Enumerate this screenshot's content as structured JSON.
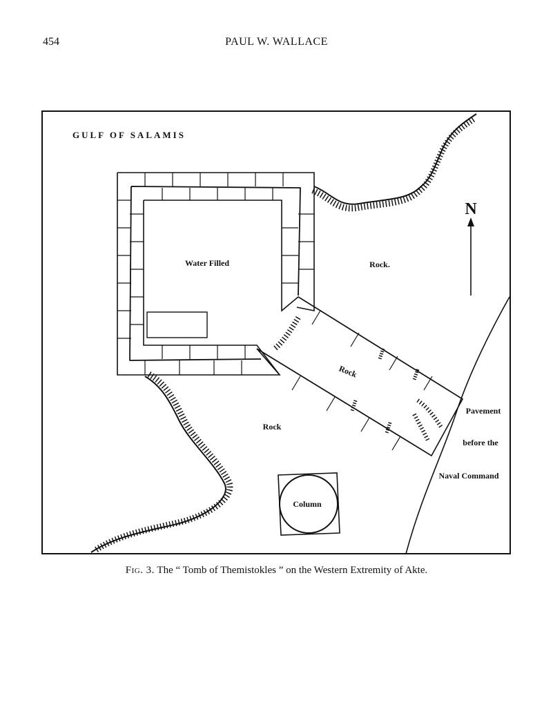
{
  "header": {
    "page_number": "454",
    "author": "PAUL W. WALLACE"
  },
  "figure": {
    "title": "GULF OF SALAMIS",
    "north_label": "N",
    "labels": {
      "water_filled": "Water Filled",
      "rock_ne": "Rock.",
      "rock_channel": "Rock",
      "rock_sw": "Rock",
      "column": "Column",
      "pavement_line1": "Pavement",
      "pavement_line2": "before the",
      "pavement_line3": "Naval Command"
    }
  },
  "caption": {
    "fig_label": "Fig. 3.",
    "text": "The “ Tomb of Themistokles ” on the Western Extremity of Akte."
  }
}
